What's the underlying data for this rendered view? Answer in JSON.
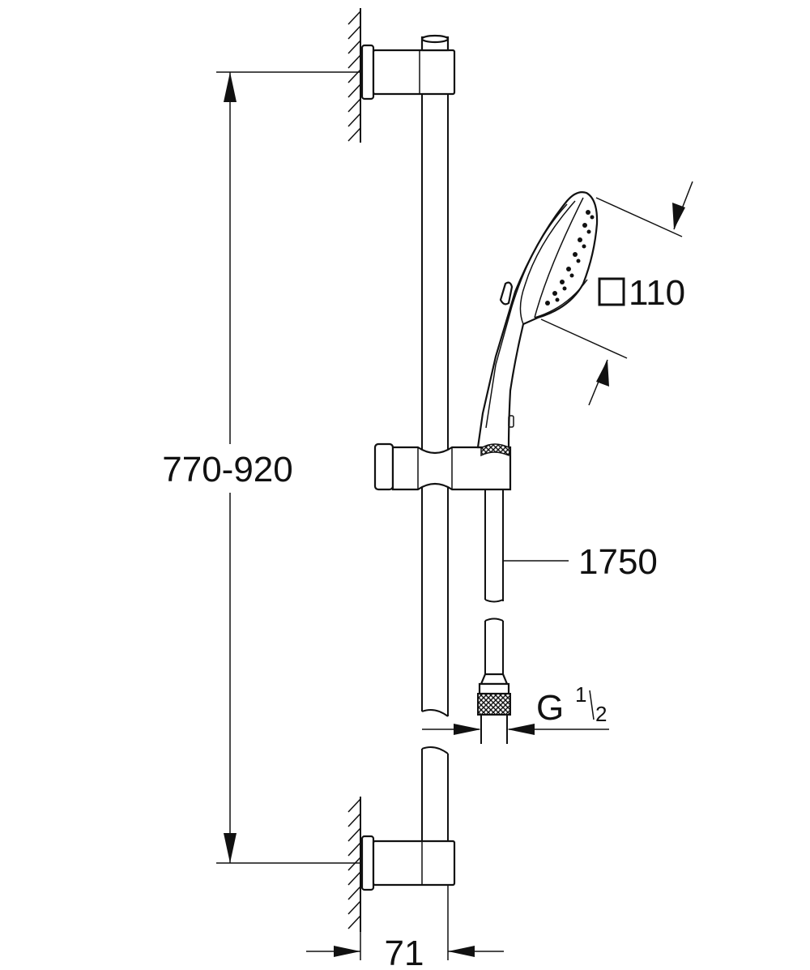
{
  "dimensions": {
    "bar_height": "770-920",
    "hose_length": "1750",
    "head_size_value": "110",
    "head_size_symbol": "square-symbol",
    "thread_letter": "G",
    "thread_numerator": "1",
    "thread_denominator": "2",
    "wall_offset": "71"
  }
}
